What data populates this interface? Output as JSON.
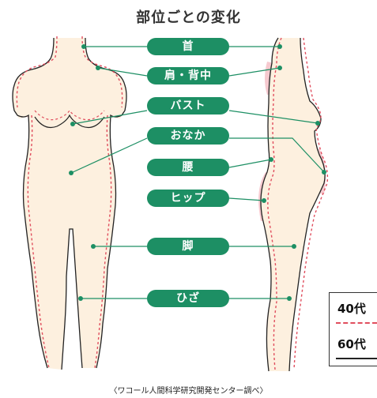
{
  "title": "部位ごとの変化",
  "labels": [
    "首",
    "肩・背中",
    "バスト",
    "おなか",
    "腰",
    "ヒップ",
    "脚",
    "ひざ"
  ],
  "legend": {
    "age40": "40代",
    "age60": "60代"
  },
  "source": "〈ワコール人間科学研究開発センター調べ〉",
  "colors": {
    "label_bg": "#1d8f64",
    "line": "#1d8f64",
    "skin": "#fdf0df",
    "highlight": "#f6c9cf",
    "dotted": "#e04e5e",
    "solid": "#222222"
  }
}
